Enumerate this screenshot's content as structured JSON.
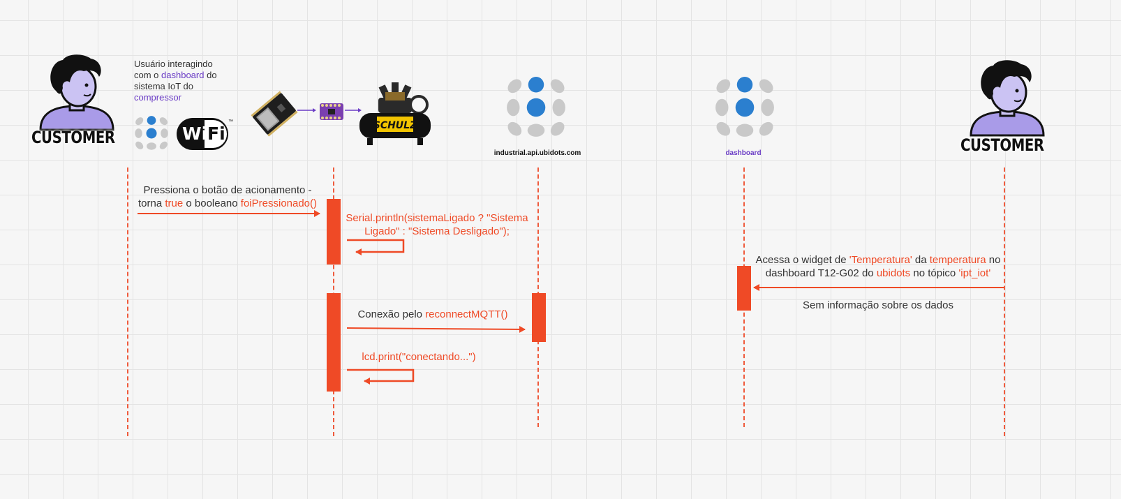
{
  "actors": {
    "customer_left": {
      "label": "CUSTOMER"
    },
    "customer_right": {
      "label": "CUSTOMER"
    },
    "note": {
      "line1": "Usuário interagindo",
      "line2_a": "com o",
      "line2_b": "dashboard",
      "line2_c": "do",
      "line3": "sistema IoT do",
      "line4": "compressor"
    },
    "wifi": {
      "text_a": "Wi",
      "text_b": "Fi",
      "tm": "™"
    },
    "compressor_brand": "SCHULZ",
    "api_label": "industrial.api.ubidots.com",
    "dashboard_label": "dashboard"
  },
  "messages": {
    "m1": {
      "a": "Pressiona o botão de acionamento -",
      "b": "torna",
      "c": "true",
      "d": "o booleano",
      "e": "foiPressionado()"
    },
    "m2": {
      "line1": "Serial.println(sistemaLigado ? \"Sistema",
      "line2": "Ligado\" : \"Sistema Desligado\");"
    },
    "m3": {
      "a": "Conexão pelo",
      "b": "reconnectMQTT()"
    },
    "m4": {
      "text": "lcd.print(\"conectando...\")"
    },
    "m5": {
      "a": "Acessa o widget de",
      "b": "'Temperatura'",
      "c": "da",
      "d": "temperatura",
      "e": "no",
      "f": "dashboard T12-G02 do",
      "g": "ubidots",
      "h": "no tópico",
      "i": "'ipt_iot'"
    },
    "m6": {
      "text": "Sem informação sobre os dados"
    }
  },
  "colors": {
    "accent": "#ef4a26",
    "purple": "#6a3cc5",
    "ubidots_blue": "#2b7fcf",
    "ubidots_gray": "#c9c9c9"
  },
  "icons": [
    "customer-avatar-icon",
    "ubidots-logo-icon",
    "wifi-logo-icon",
    "esp32-board-icon",
    "sensor-board-icon",
    "air-compressor-icon",
    "arrow-right-icon"
  ]
}
